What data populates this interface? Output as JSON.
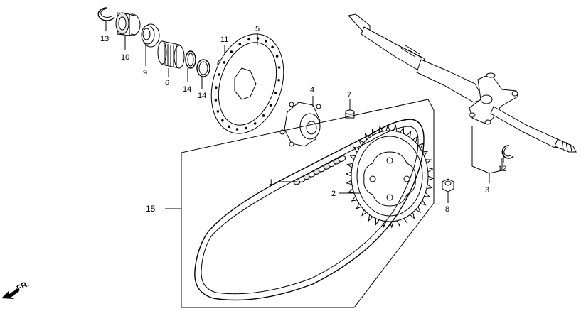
{
  "callouts": {
    "c1": "1",
    "c2": "2",
    "c3": "3",
    "c4": "4",
    "c5": "5",
    "c6": "6",
    "c7": "7",
    "c8": "8",
    "c9": "9",
    "c10": "10",
    "c11": "11",
    "c12": "12",
    "c13": "13",
    "c14a": "14",
    "c14b": "14",
    "c15": "15"
  },
  "direction_label": "FR."
}
